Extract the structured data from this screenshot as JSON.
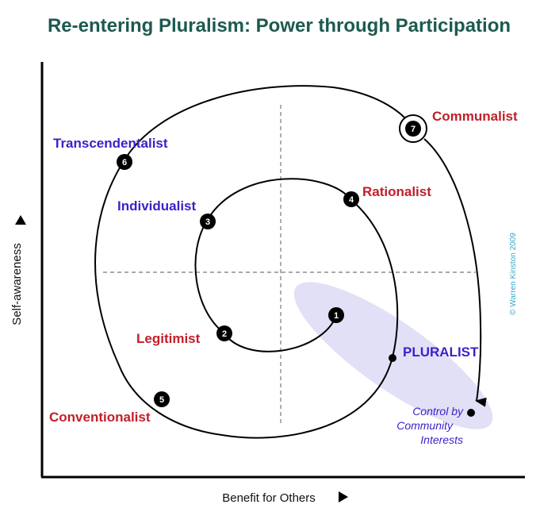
{
  "title": "Re-entering Pluralism: Power through Participation",
  "x_axis_label": "Benefit for Others",
  "y_axis_label": "Self-awareness",
  "copyright": "© Warren Kinston 2009",
  "stages": [
    {
      "num": "1",
      "label": ""
    },
    {
      "num": "2",
      "label": "Legitimist"
    },
    {
      "num": "3",
      "label": "Individualist"
    },
    {
      "num": "4",
      "label": "Rationalist"
    },
    {
      "num": "5",
      "label": "Conventionalist"
    },
    {
      "num": "6",
      "label": "Transcendentalist"
    },
    {
      "num": "7",
      "label": "Communalist"
    }
  ],
  "pluralist_label": "PLURALIST",
  "control_label": [
    "Control by",
    "Community",
    "Interests"
  ],
  "colors": {
    "title": "#1d5a50",
    "red_label": "#c0202a",
    "blue_label": "#3a22c8",
    "ellipse_fill": "#e2e0f6",
    "copyright": "#3aa8c8",
    "line": "#000000"
  }
}
